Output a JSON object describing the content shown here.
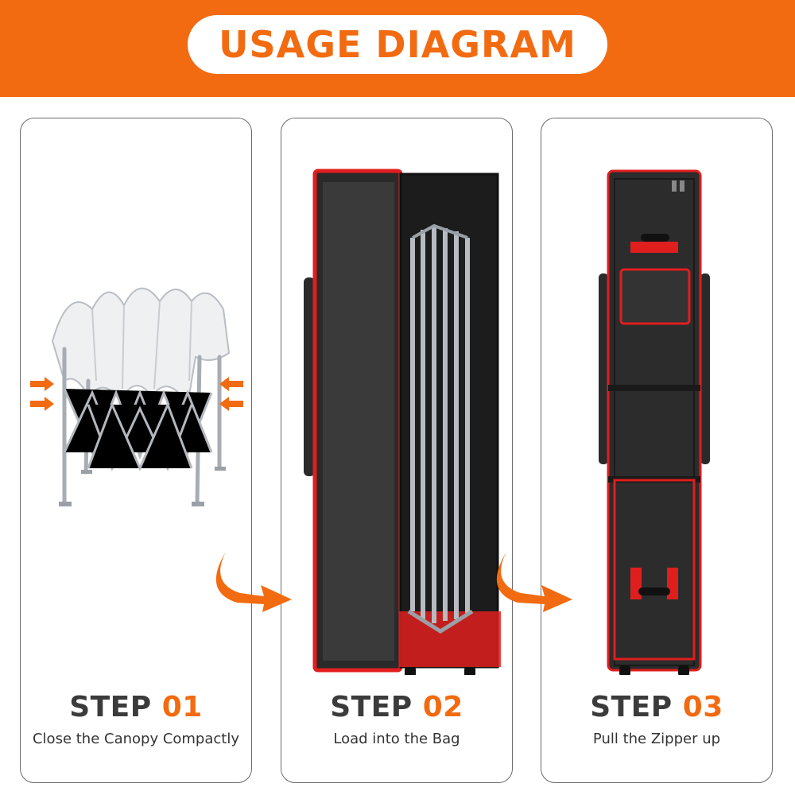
{
  "header": {
    "title": "USAGE DIAGRAM"
  },
  "steps": [
    {
      "word": "STEP",
      "number": "01",
      "caption": "Close the Canopy Compactly"
    },
    {
      "word": "STEP",
      "number": "02",
      "caption": "Load into the Bag"
    },
    {
      "word": "STEP",
      "number": "03",
      "caption": "Pull the Zipper up"
    }
  ],
  "colors": {
    "accent": "#f26b11",
    "bag": "#2c2c2c",
    "trim": "#e01e1e"
  }
}
